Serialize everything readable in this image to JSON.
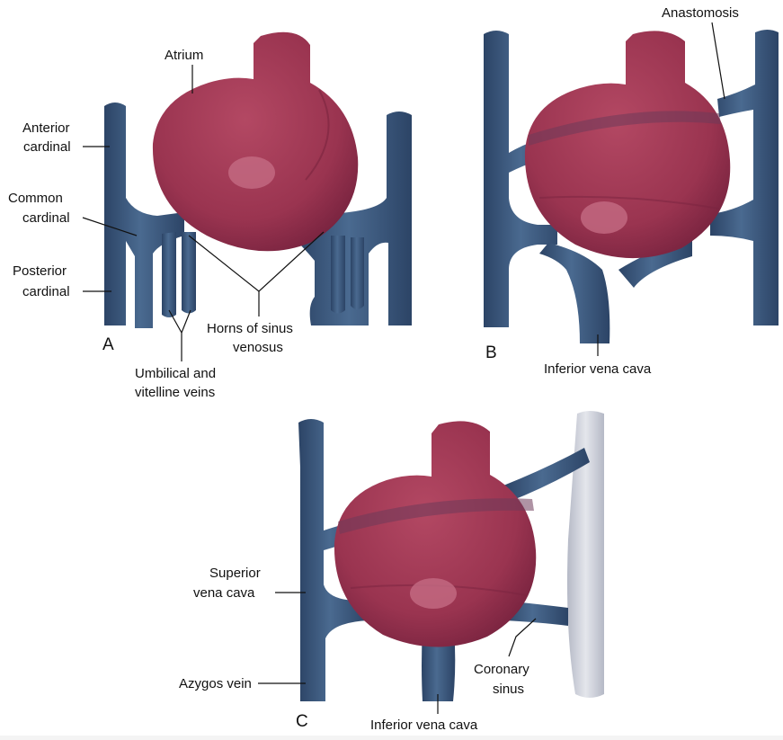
{
  "colors": {
    "vein": "#3a5678",
    "vein_dark": "#27405e",
    "heart": "#a13a55",
    "heart_dark": "#7d2740",
    "heart_light": "#c86a80",
    "regressed_vein": "#c9ccd6",
    "background": "#ffffff"
  },
  "panels": {
    "A": {
      "letter": "A",
      "labels": {
        "atrium": "Atrium",
        "anterior_cardinal_1": "Anterior",
        "anterior_cardinal_2": "cardinal",
        "common_cardinal_1": "Common",
        "common_cardinal_2": "cardinal",
        "posterior_cardinal_1": "Posterior",
        "posterior_cardinal_2": "cardinal",
        "horns_1": "Horns of sinus",
        "horns_2": "venosus",
        "umbilical_1": "Umbilical and",
        "umbilical_2": "vitelline veins"
      }
    },
    "B": {
      "letter": "B",
      "labels": {
        "anastomosis": "Anastomosis",
        "ivc": "Inferior vena cava"
      }
    },
    "C": {
      "letter": "C",
      "labels": {
        "svc_1": "Superior",
        "svc_2": "vena cava",
        "coronary_1": "Coronary",
        "coronary_2": "sinus",
        "azygos": "Azygos vein",
        "ivc": "Inferior vena cava"
      }
    }
  }
}
